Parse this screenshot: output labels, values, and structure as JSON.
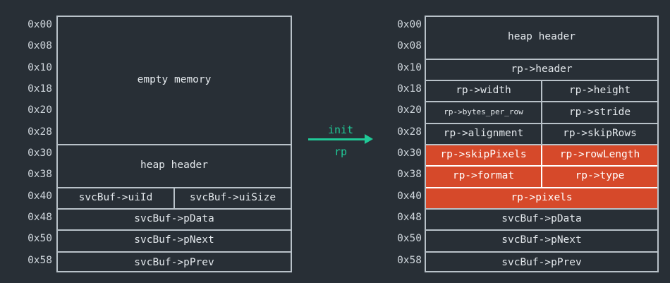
{
  "background_color": "#282f36",
  "border_color": "#b9c2c9",
  "text_color": "#e3e8ec",
  "highlight_color": "#d6492a",
  "arrow_color": "#20c997",
  "left_block": {
    "title": "before-init-memory-layout",
    "addresses": [
      "0x00",
      "0x08",
      "0x10",
      "0x18",
      "0x20",
      "0x28",
      "0x30",
      "0x38",
      "0x40",
      "0x48",
      "0x50",
      "0x58"
    ],
    "rows": [
      {
        "cells": [
          "empty memory"
        ],
        "span": 6,
        "highlight": false
      },
      {
        "cells": [
          "heap header"
        ],
        "span": 2,
        "highlight": false
      },
      {
        "cells": [
          "svcBuf->uiId",
          "svcBuf->uiSize"
        ],
        "span": 1,
        "highlight": false
      },
      {
        "cells": [
          "svcBuf->pData"
        ],
        "span": 1,
        "highlight": false
      },
      {
        "cells": [
          "svcBuf->pNext"
        ],
        "span": 1,
        "highlight": false
      },
      {
        "cells": [
          "svcBuf->pPrev"
        ],
        "span": 1,
        "highlight": false
      }
    ]
  },
  "right_block": {
    "title": "after-init-memory-layout",
    "addresses": [
      "0x00",
      "0x08",
      "0x10",
      "0x18",
      "0x20",
      "0x28",
      "0x30",
      "0x38",
      "0x40",
      "0x48",
      "0x50",
      "0x58"
    ],
    "rows": [
      {
        "cells": [
          "heap header"
        ],
        "span": 2,
        "highlight": false
      },
      {
        "cells": [
          "rp->header"
        ],
        "span": 1,
        "highlight": false
      },
      {
        "cells": [
          "rp->width",
          "rp->height"
        ],
        "span": 1,
        "highlight": false
      },
      {
        "cells": [
          "rp->bytes_per_row",
          "rp->stride"
        ],
        "span": 1,
        "highlight": false,
        "small_first": true
      },
      {
        "cells": [
          "rp->alignment",
          "rp->skipRows"
        ],
        "span": 1,
        "highlight": false
      },
      {
        "cells": [
          "rp->skipPixels",
          "rp->rowLength"
        ],
        "span": 1,
        "highlight": true
      },
      {
        "cells": [
          "rp->format",
          "rp->type"
        ],
        "span": 1,
        "highlight": true
      },
      {
        "cells": [
          "rp->pixels"
        ],
        "span": 1,
        "highlight": true
      },
      {
        "cells": [
          "svcBuf->pData"
        ],
        "span": 1,
        "highlight": false
      },
      {
        "cells": [
          "svcBuf->pNext"
        ],
        "span": 1,
        "highlight": false
      },
      {
        "cells": [
          "svcBuf->pPrev"
        ],
        "span": 1,
        "highlight": false
      }
    ]
  },
  "arrow": {
    "label_top": "init",
    "label_bottom": "rp"
  }
}
